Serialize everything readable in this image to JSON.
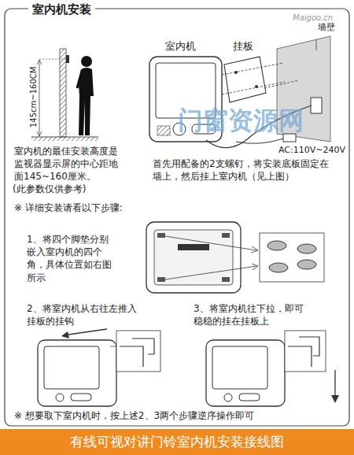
{
  "diagram": {
    "title": "室内机安装",
    "caption": "有线可视对讲门铃室内机安装接线图",
    "labels": [
      "Maigoo.cn",
      "145cm~160CM",
      "室内机",
      "挂板",
      "墙壁",
      "AC:110V~240V",
      "门窗资源网",
      "室内机的最佳安装高度是监视器显示屏的中心距地面145~160厘米。",
      "(此参数仅供参考)",
      "首先用配备的2支螺钉，将安装底板固定在墙上，然后挂上室内机（见上图）",
      "※ 详细安装请看以下步骤:",
      "1、将四个脚垫分别嵌入室内机的四个角，具体位置如右图所示",
      "2、将室内机从右往左推入挂板的挂钩",
      "3、将室内机往下拉，即可稳稳的挂在挂板上",
      "※ 想要取下室内机时，按上述2、3两个步骤逆序操作即可"
    ]
  }
}
